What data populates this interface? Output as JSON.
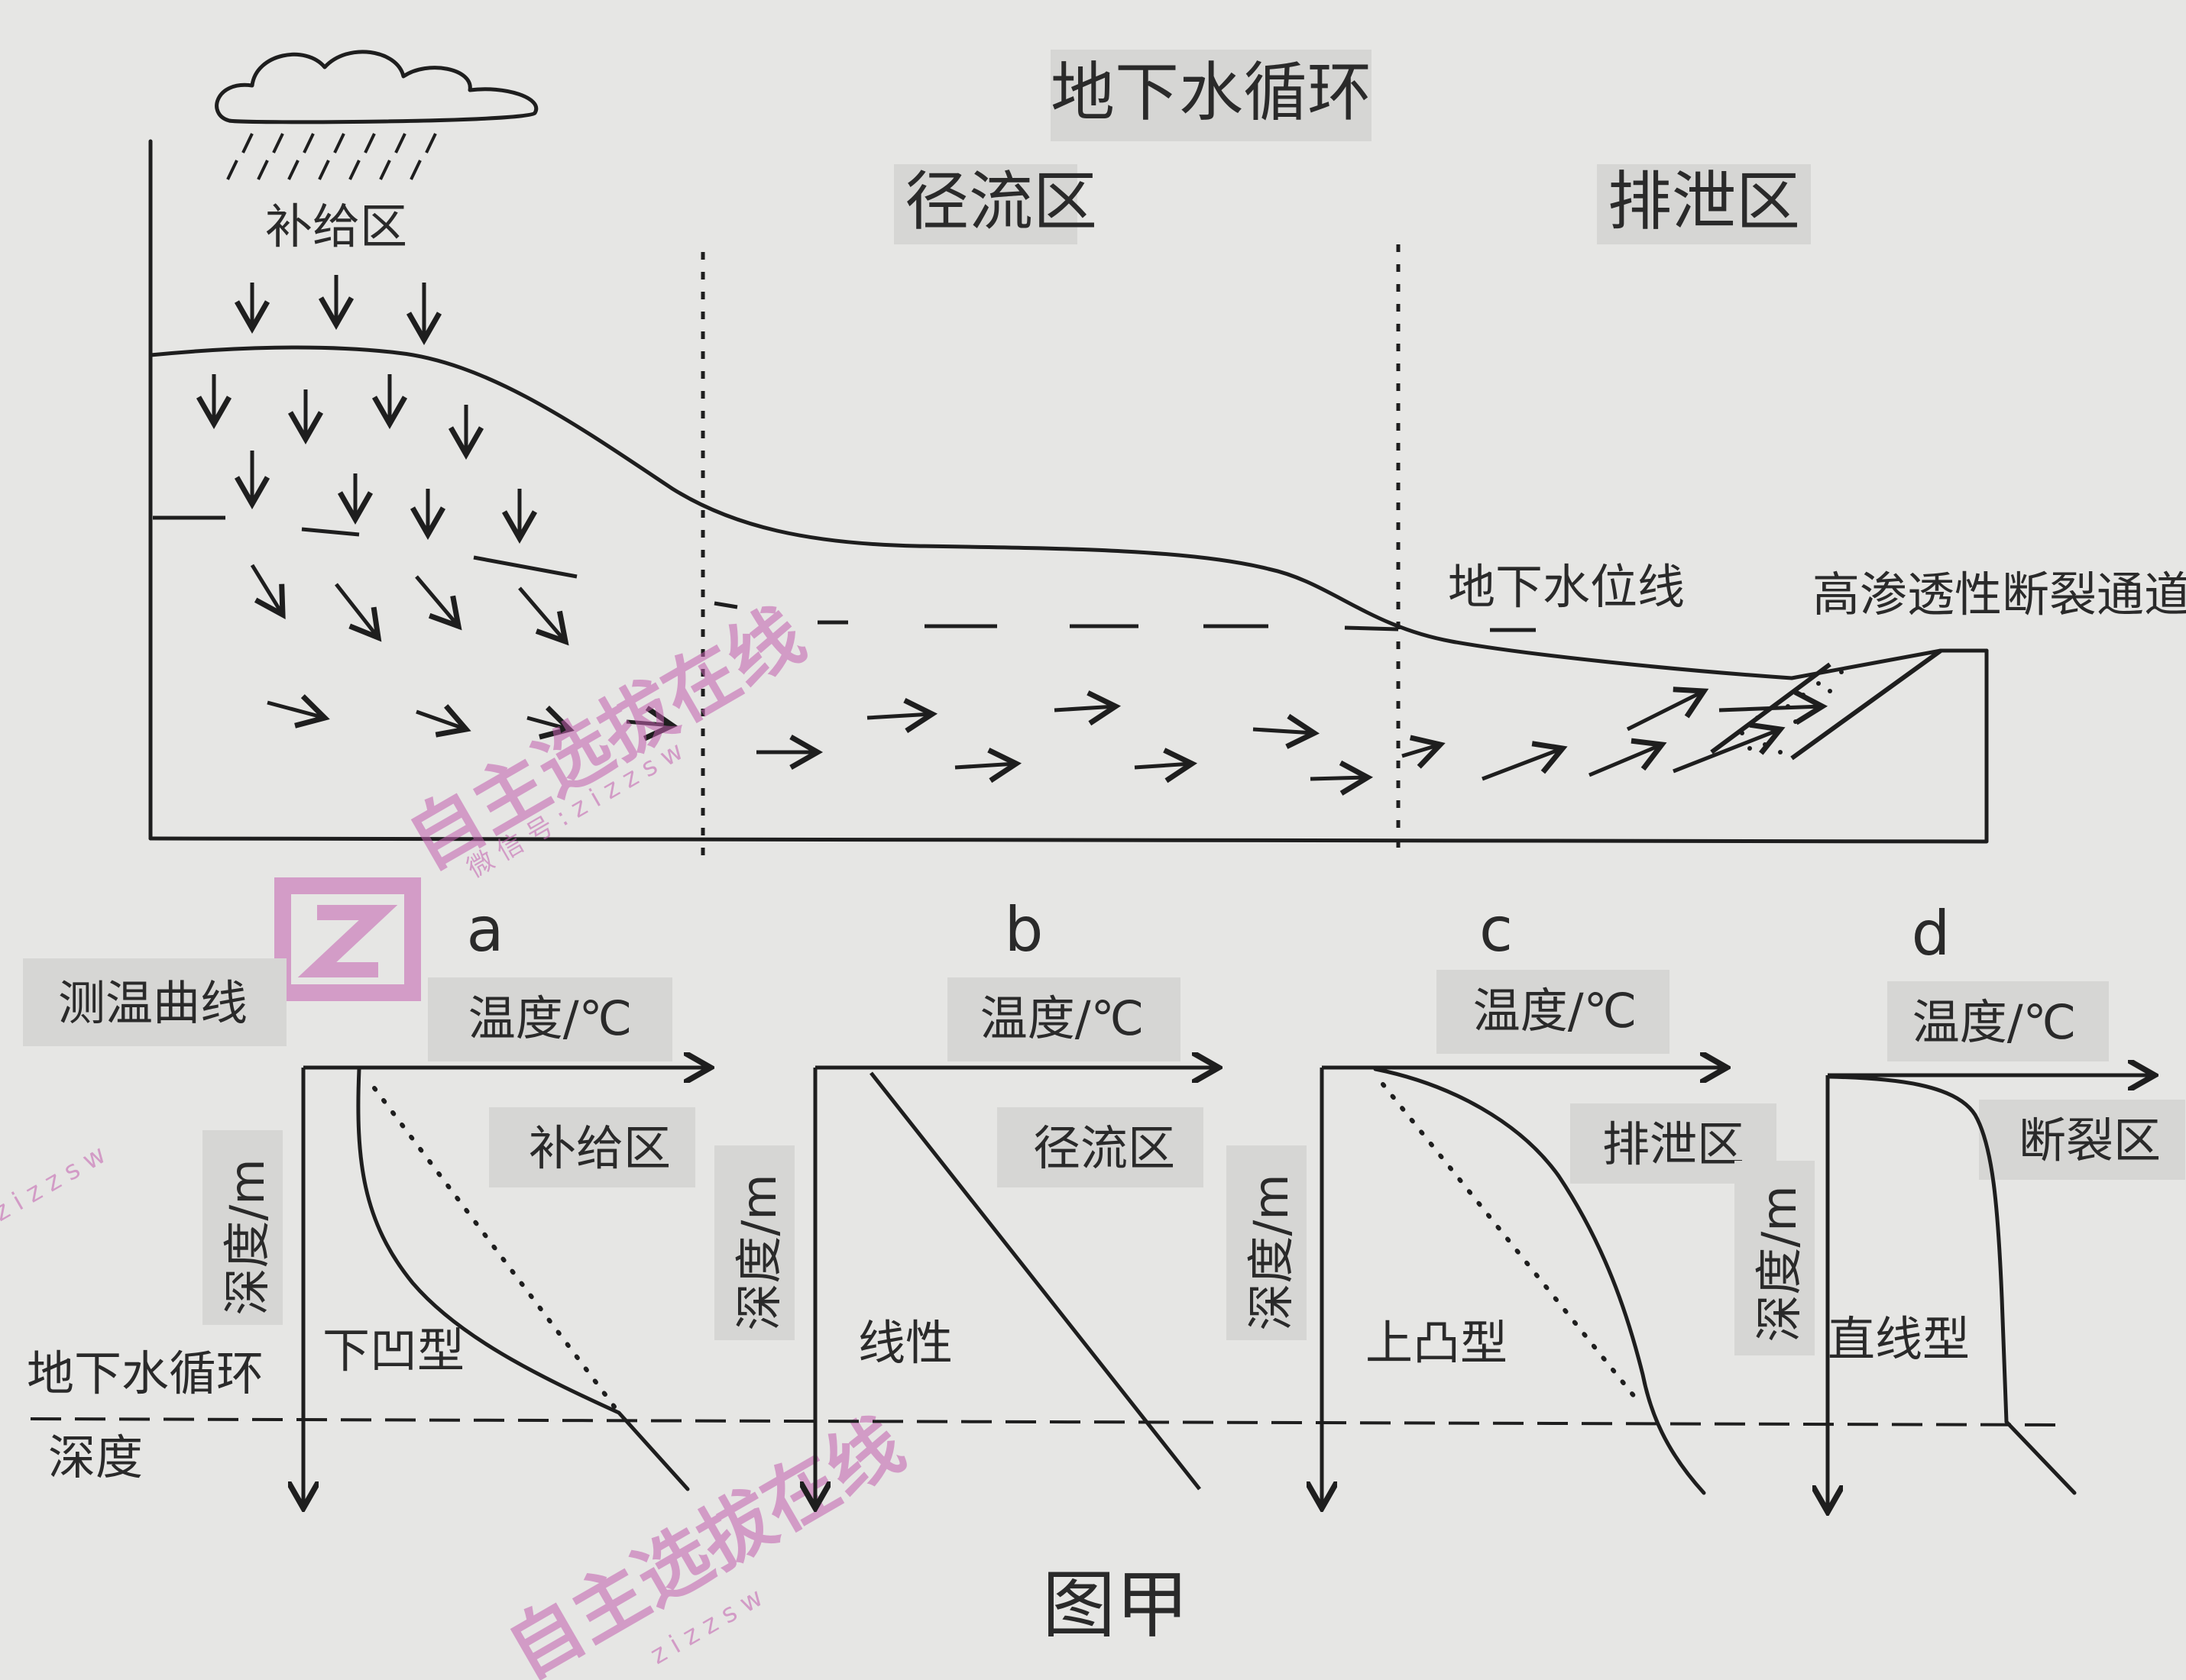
{
  "top": {
    "title": "地下水循环",
    "zones": {
      "recharge": "补给区",
      "runoff": "径流区",
      "discharge": "排泄区"
    },
    "water_table_label": "地下水位线",
    "fault_label": "高渗透性断裂通道"
  },
  "bottom": {
    "section_label": "测温曲线",
    "circulation_depth_label_line1": "地下水循环",
    "circulation_depth_label_line2": "深度",
    "panels": [
      {
        "letter": "a",
        "x_axis": "温度/℃",
        "y_axis": "深度/m",
        "zone": "补给区",
        "curve_type": "下凹型"
      },
      {
        "letter": "b",
        "x_axis": "温度/℃",
        "y_axis": "深度/m",
        "zone": "径流区",
        "curve_type": "线性"
      },
      {
        "letter": "c",
        "x_axis": "温度/℃",
        "y_axis": "深度/m",
        "zone": "排泄区",
        "curve_type": "上凸型"
      },
      {
        "letter": "d",
        "x_axis": "温度/℃",
        "y_axis": "深度/m",
        "zone": "断裂区",
        "curve_type": "直线型"
      }
    ]
  },
  "caption": "图甲",
  "watermark": {
    "main": "自主选拔在线",
    "sub": "微 信 号 : z i z z s w",
    "letters": "z i z z s w"
  }
}
